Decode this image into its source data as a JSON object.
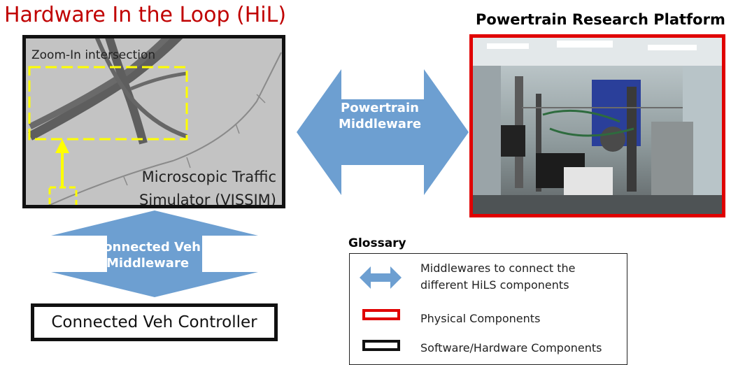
{
  "titles": {
    "hil": "Hardware In the Loop (HiL)",
    "platform": "Powertrain Research Platform"
  },
  "simulator": {
    "zoom_label": "Zoom-In intersection",
    "label_line1": "Microscopic Traffic",
    "label_line2": "Simulator (VISSIM)"
  },
  "middleware": {
    "powertrain_line1": "Powertrain",
    "powertrain_line2": "Middleware",
    "connected_line1": "Connected Veh",
    "connected_line2": "Middleware"
  },
  "controller": {
    "label": "Connected Veh Controller"
  },
  "glossary": {
    "title": "Glossary",
    "middleware_line1": "Middlewares to connect the",
    "middleware_line2": "different HiLS components",
    "physical": "Physical Components",
    "software": "Software/Hardware Components"
  },
  "colors": {
    "physical_border": "#e00000",
    "software_border": "#111111",
    "middleware_arrow": "#6d9fd1",
    "zoom_highlight": "#ffff00",
    "hil_title": "#c00000"
  },
  "icons": {
    "middleware_arrow": "double-headed-arrow",
    "zoom_arrow": "up-arrow"
  }
}
